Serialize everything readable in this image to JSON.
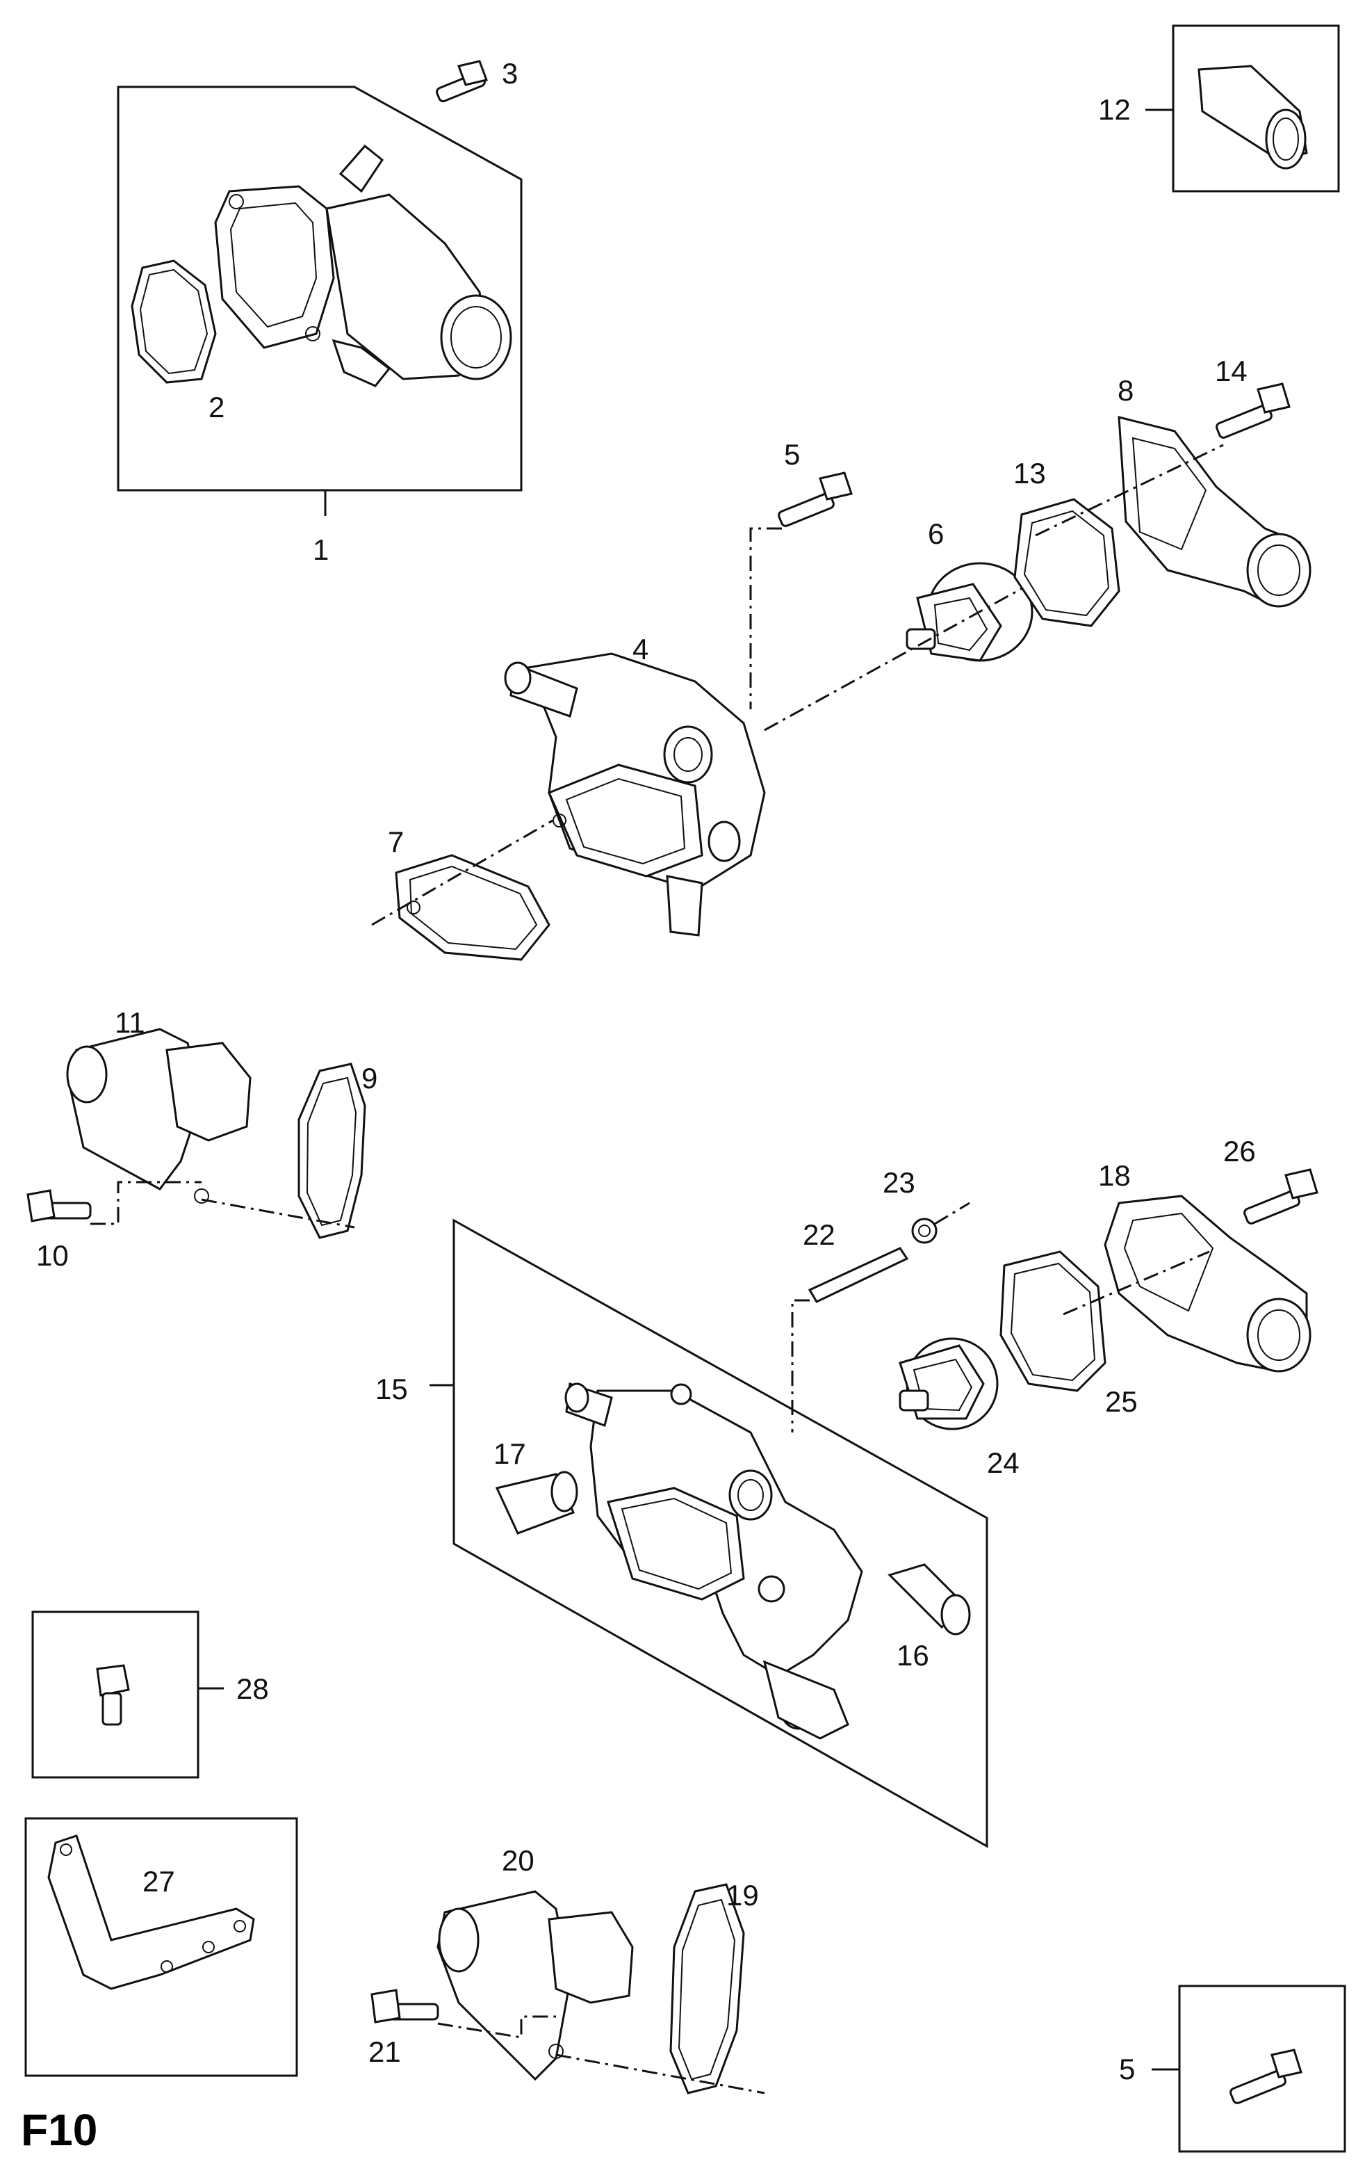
{
  "page_code": "F10",
  "callouts": {
    "c1": "1",
    "c2": "2",
    "c3": "3",
    "c4": "4",
    "c5": "5",
    "c5b": "5",
    "c6": "6",
    "c7": "7",
    "c8": "8",
    "c9": "9",
    "c10": "10",
    "c11": "11",
    "c12": "12",
    "c13": "13",
    "c14": "14",
    "c15": "15",
    "c16": "16",
    "c17": "17",
    "c18": "18",
    "c19": "19",
    "c20": "20",
    "c21": "21",
    "c22": "22",
    "c23": "23",
    "c24": "24",
    "c25": "25",
    "c26": "26",
    "c27": "27",
    "c28": "28"
  }
}
